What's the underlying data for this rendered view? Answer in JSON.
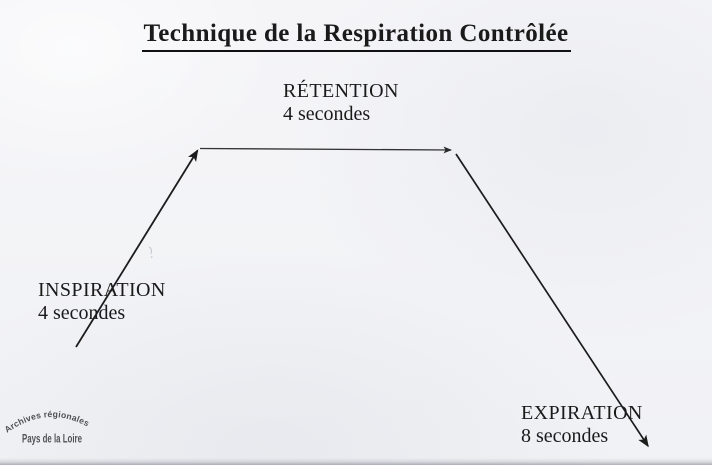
{
  "document": {
    "title": "Technique de la Respiration Contrôlée"
  },
  "diagram": {
    "type": "breathing-cycle",
    "phases": [
      {
        "id": "inspiration",
        "label": "INSPIRATION",
        "duration": "4 secondes",
        "direction": "ascending"
      },
      {
        "id": "retention",
        "label": "RÉTENTION",
        "duration": "4 secondes",
        "direction": "plateau"
      },
      {
        "id": "expiration",
        "label": "EXPIRATION",
        "duration": "8 secondes",
        "direction": "descending"
      }
    ]
  },
  "stamp": {
    "arc_text": "Archives régionales",
    "line_text": "Pays de la Loire"
  },
  "colors": {
    "paper": "#f4f4f7",
    "ink": "#1c1c1c",
    "stamp_ink": "#3b3b42"
  }
}
